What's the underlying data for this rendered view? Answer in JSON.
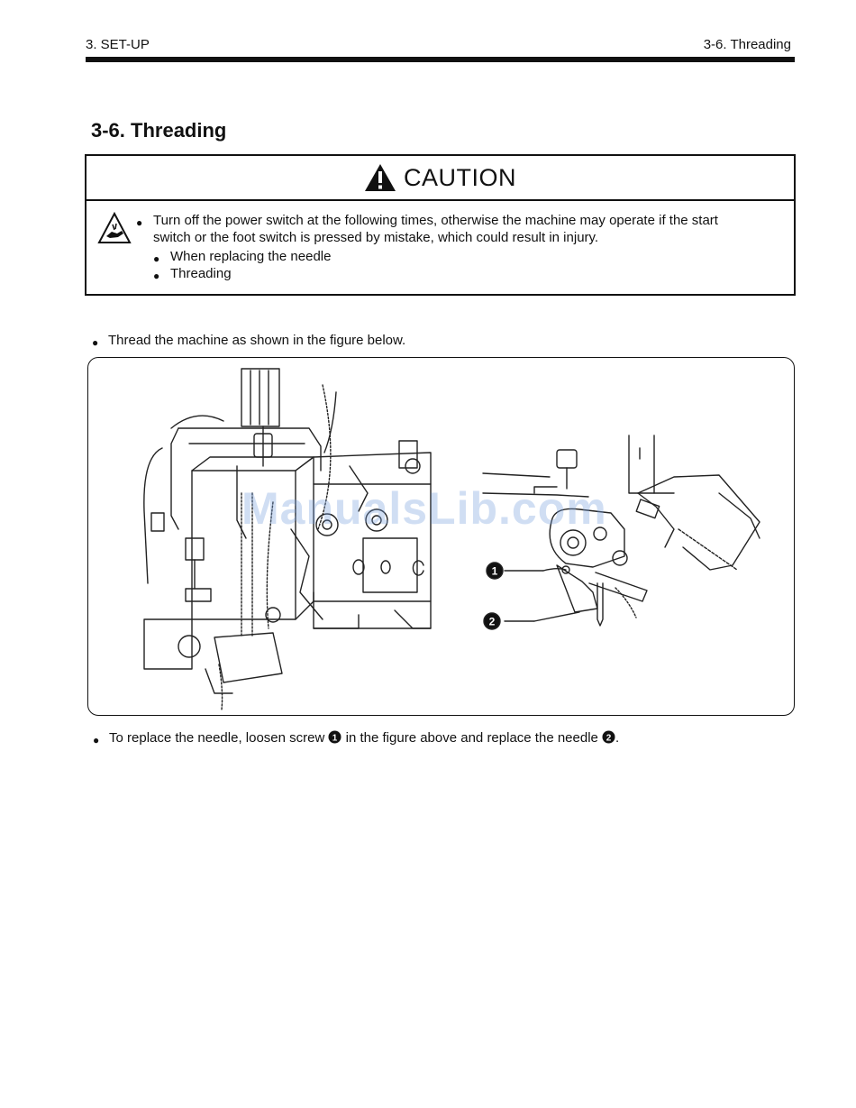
{
  "header": {
    "left": "3. SET-UP",
    "right": "3-6. Threading"
  },
  "section_title": "3-6.  Threading",
  "caution": {
    "heading": "CAUTION",
    "line1": "Turn off the power switch at the following times, otherwise the machine may operate if the start",
    "line2": "switch or the foot switch is pressed by mistake, which could result in injury.",
    "items": [
      "When replacing the needle",
      "Threading"
    ]
  },
  "intro": "Thread the machine as shown in the figure below.",
  "figure": {
    "callout_1": "1",
    "callout_2": "2"
  },
  "watermark": "ManualsLib.com",
  "footer_note": {
    "before_1": "To replace the needle, loosen screw",
    "middle": "in the figure above and replace the needle",
    "after_2": "."
  }
}
